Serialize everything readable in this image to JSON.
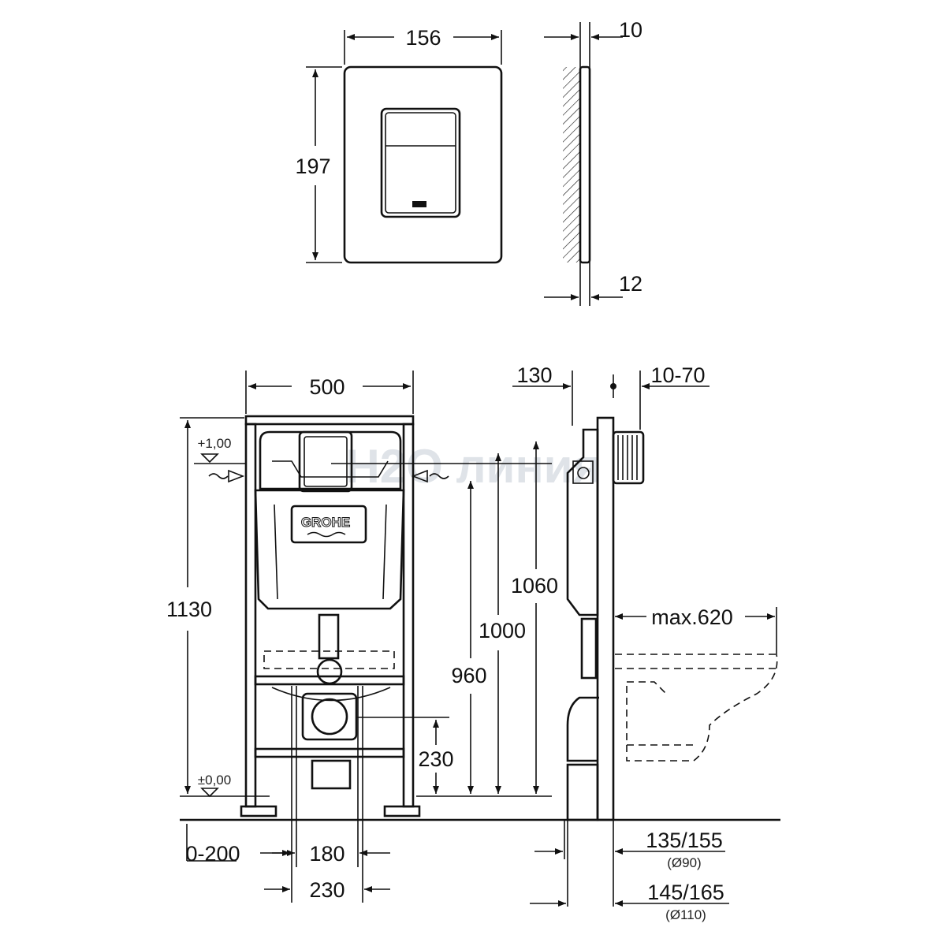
{
  "watermark": "H2O линия",
  "logo": "GROHE",
  "plate_front": {
    "width": "156",
    "height": "197"
  },
  "plate_side": {
    "thickness_top": "10",
    "thickness_bottom": "12"
  },
  "frame_front": {
    "width": "500",
    "total_height": "1130",
    "level_top": "+1,00",
    "level_floor": "±0,00",
    "h_960": "960",
    "h_1000": "1000",
    "h_1060": "1060",
    "drain_height": "230",
    "offset_range": "0-200",
    "bolt_spacing": "180",
    "drain_width": "230"
  },
  "frame_side": {
    "depth": "130",
    "adjust": "10-70",
    "bowl_max": "max.620",
    "dim_90": "135/155",
    "dim_90_note": "(Ø90)",
    "dim_110": "145/165",
    "dim_110_note": "(Ø110)"
  }
}
